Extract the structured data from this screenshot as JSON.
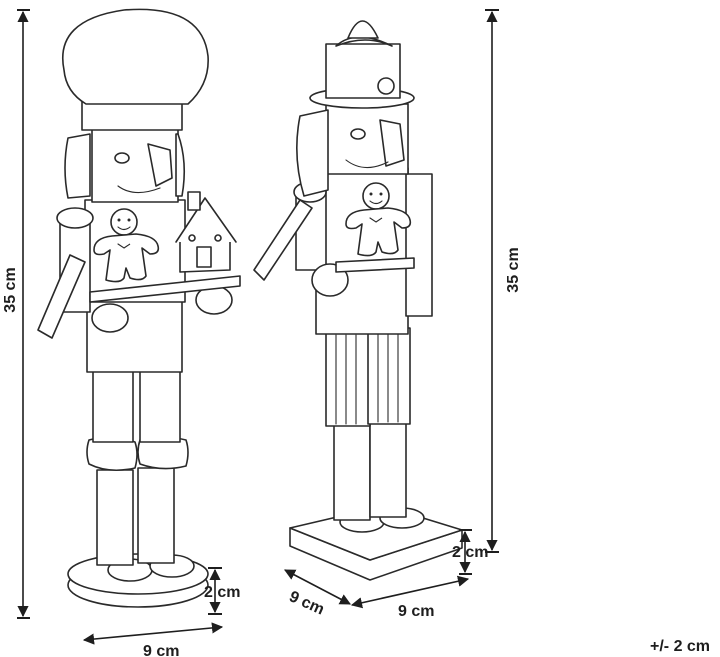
{
  "dimensions": {
    "left_height": "35 cm",
    "left_base_height": "2 cm",
    "left_base_width": "9 cm",
    "right_height": "35 cm",
    "right_base_height": "2 cm",
    "right_base_depth": "9 cm",
    "right_base_width": "9 cm",
    "tolerance": "+/- 2 cm"
  },
  "colors": {
    "line": "#2a2a2a",
    "text": "#1e1e1e",
    "background": "#ffffff"
  }
}
